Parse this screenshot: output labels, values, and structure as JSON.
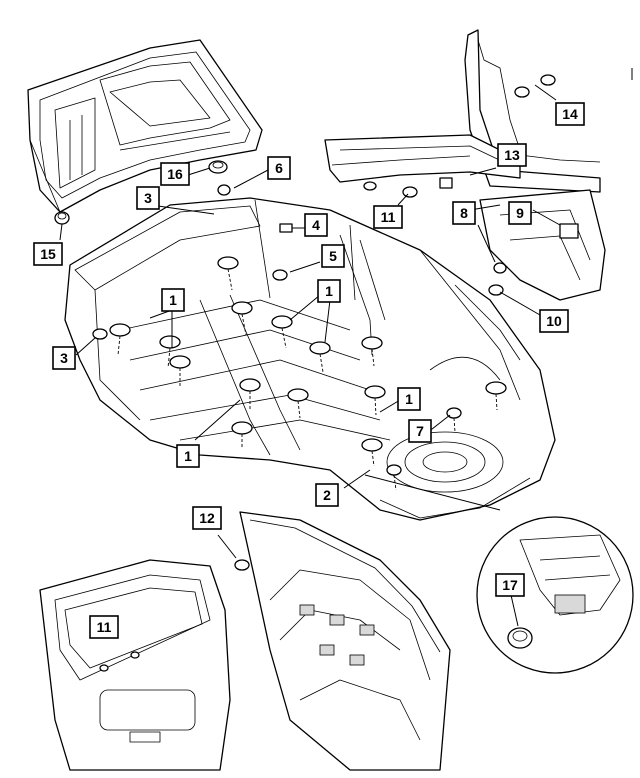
{
  "diagram": {
    "callouts": [
      {
        "id": "c1a",
        "label": "1"
      },
      {
        "id": "c1b",
        "label": "1"
      },
      {
        "id": "c1c",
        "label": "1"
      },
      {
        "id": "c1d",
        "label": "1"
      },
      {
        "id": "c2",
        "label": "2"
      },
      {
        "id": "c3a",
        "label": "3"
      },
      {
        "id": "c3b",
        "label": "3"
      },
      {
        "id": "c4",
        "label": "4"
      },
      {
        "id": "c5",
        "label": "5"
      },
      {
        "id": "c6",
        "label": "6"
      },
      {
        "id": "c7",
        "label": "7"
      },
      {
        "id": "c8",
        "label": "8"
      },
      {
        "id": "c9",
        "label": "9"
      },
      {
        "id": "c10",
        "label": "10"
      },
      {
        "id": "c11a",
        "label": "11"
      },
      {
        "id": "c11b",
        "label": "11"
      },
      {
        "id": "c12",
        "label": "12"
      },
      {
        "id": "c13",
        "label": "13"
      },
      {
        "id": "c14",
        "label": "14"
      },
      {
        "id": "c15",
        "label": "15"
      },
      {
        "id": "c16",
        "label": "16"
      },
      {
        "id": "c17",
        "label": "17"
      }
    ],
    "plain_labels": [
      {
        "id": "t11",
        "label": "11"
      }
    ]
  }
}
